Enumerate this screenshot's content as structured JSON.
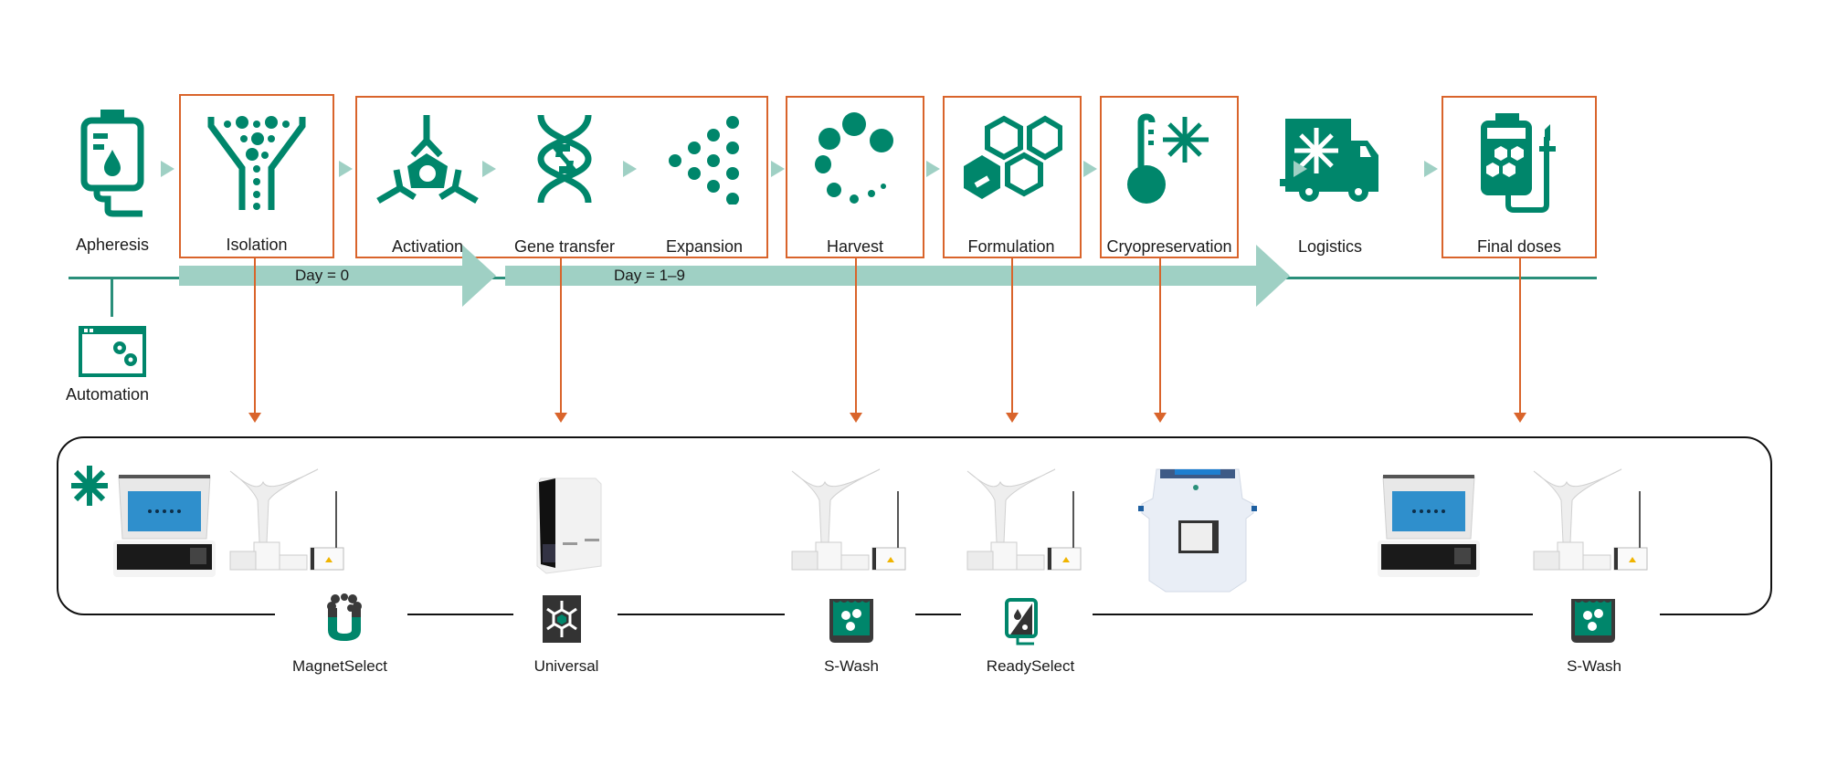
{
  "colors": {
    "brand_green": "#00866b",
    "light_teal": "#9fd0c4",
    "orange": "#d9642b",
    "dark_gray": "#3a3a3a",
    "outline": "#111111"
  },
  "steps": [
    {
      "label": "Apheresis",
      "icon": "iv-bag-icon",
      "boxed": false
    },
    {
      "label": "Isolation",
      "icon": "funnel-icon",
      "boxed": true
    },
    {
      "label": "Activation",
      "icon": "antibody-cell-icon",
      "boxed": true
    },
    {
      "label": "Gene transfer",
      "icon": "dna-icon",
      "boxed": true
    },
    {
      "label": "Expansion",
      "icon": "cell-dots-icon",
      "boxed": true
    },
    {
      "label": "Harvest",
      "icon": "circle-dots-icon",
      "boxed": true
    },
    {
      "label": "Formulation",
      "icon": "hexagons-icon",
      "boxed": true
    },
    {
      "label": "Cryopreservation",
      "icon": "thermometer-snowflake-icon",
      "boxed": true
    },
    {
      "label": "Logistics",
      "icon": "freezer-truck-icon",
      "boxed": false
    },
    {
      "label": "Final doses",
      "icon": "dose-bag-icon",
      "boxed": true
    }
  ],
  "timeline": {
    "phases": [
      {
        "label": "Day = 0"
      },
      {
        "label": "Day = 1–9"
      }
    ]
  },
  "automation": {
    "label": "Automation",
    "icon": "window-gears-icon"
  },
  "platform": {
    "badge_icon": "snowflake-icon",
    "devices": [
      {
        "name": "freezer-thawing-device"
      },
      {
        "name": "cell-processing-system"
      },
      {
        "name": "transduction-instrument"
      },
      {
        "name": "cell-processing-system"
      },
      {
        "name": "cell-processing-system"
      },
      {
        "name": "controlled-rate-freezer"
      },
      {
        "name": "freezer-thawing-device"
      },
      {
        "name": "cell-processing-system"
      }
    ],
    "products": [
      {
        "label": "MagnetSelect",
        "icon": "magnet-icon"
      },
      {
        "label": "Universal",
        "icon": "snowflake-hex-icon"
      },
      {
        "label": "S-Wash",
        "icon": "wash-beaker-icon"
      },
      {
        "label": "ReadySelect",
        "icon": "ready-bag-icon"
      },
      {
        "label": "S-Wash",
        "icon": "wash-beaker-icon"
      }
    ]
  }
}
